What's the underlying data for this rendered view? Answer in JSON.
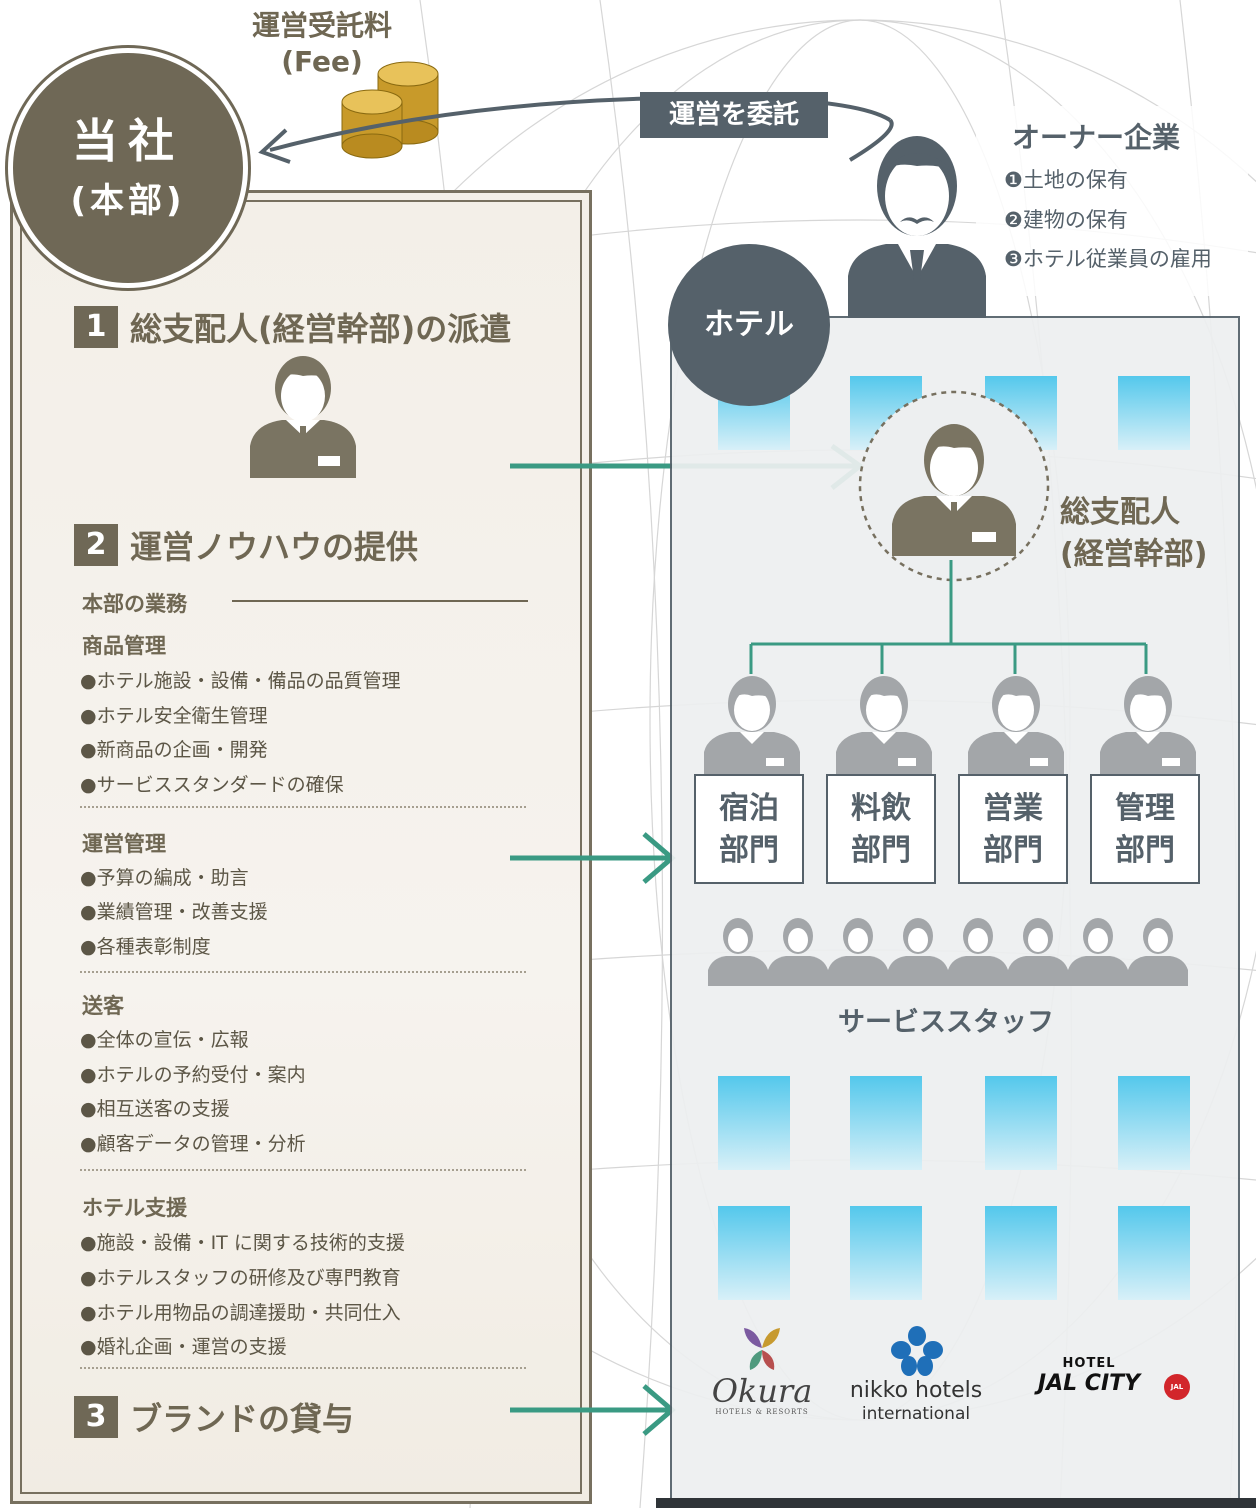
{
  "fee": {
    "line1": "運営受託料",
    "line2": "(Fee)"
  },
  "consign_label": "運営を委託",
  "hq": {
    "line1": "当社",
    "line2": "(本部)"
  },
  "owner": {
    "title": "オーナー企業",
    "items": [
      "❶土地の保有",
      "❷建物の保有",
      "❸ホテル従業員の雇用"
    ]
  },
  "hotel_label": "ホテル",
  "sections": {
    "s1": {
      "num": "1",
      "title": "総支配人(経営幹部)の派遣"
    },
    "s2": {
      "num": "2",
      "title": "運営ノウハウの提供"
    },
    "s3": {
      "num": "3",
      "title": "ブランドの貸与"
    }
  },
  "hq_duties_label": "本部の業務",
  "categories": [
    {
      "name": "商品管理",
      "items": [
        "●ホテル施設・設備・備品の品質管理",
        "●ホテル安全衛生管理",
        "●新商品の企画・開発",
        "●サービススタンダードの確保"
      ]
    },
    {
      "name": "運営管理",
      "items": [
        "●予算の編成・助言",
        "●業績管理・改善支援",
        "●各種表彰制度"
      ]
    },
    {
      "name": "送客",
      "items": [
        "●全体の宣伝・広報",
        "●ホテルの予約受付・案内",
        "●相互送客の支援",
        "●顧客データの管理・分析"
      ]
    },
    {
      "name": "ホテル支援",
      "items": [
        "●施設・設備・IT に関する技術的支援",
        "●ホテルスタッフの研修及び専門教育",
        "●ホテル用物品の調達援助・共同仕入",
        "●婚礼企画・運営の支援"
      ]
    }
  ],
  "gm": {
    "line1": "総支配人",
    "line2": "(経営幹部)"
  },
  "departments": [
    {
      "line1": "宿泊",
      "line2": "部門"
    },
    {
      "line1": "料飲",
      "line2": "部門"
    },
    {
      "line1": "営業",
      "line2": "部門"
    },
    {
      "line1": "管理",
      "line2": "部門"
    }
  ],
  "service_staff_label": "サービススタッフ",
  "brands": {
    "okura": {
      "name": "Okura",
      "sub": "HOTELS & RESORTS"
    },
    "nikko": {
      "line1": "nikko hotels",
      "line2": "international"
    },
    "jal": {
      "top": "HOTEL",
      "name": "JAL CITY",
      "badge": "JAL"
    }
  },
  "colors": {
    "brown": "#6f6856",
    "slate": "#55616a",
    "green": "#3a9a83",
    "staff_grey": "#a3a6a9",
    "window_blue": "#54c8ec"
  }
}
